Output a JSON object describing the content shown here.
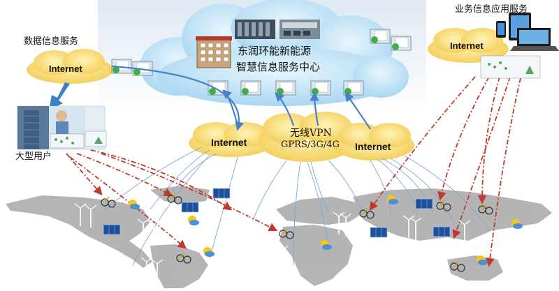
{
  "center": {
    "title_line1": "东润环能新能源",
    "title_line2": "智慧信息服务中心"
  },
  "labels": {
    "data_service": "数据信息服务",
    "business_service": "业务信息应用服务",
    "large_users": "大型用户"
  },
  "clouds": {
    "left_internet": "Internet",
    "right_internet": "Internet",
    "bottom_internet_left": "Internet",
    "bottom_internet_right": "Internet",
    "wireless_line1": "无线VPN",
    "wireless_line2": "GPRS/3G/4G"
  },
  "colors": {
    "cloud_yellow": "#f7dc6f",
    "data_cloud_blue": "#bfe3f7",
    "link_blue": "#4a80c8",
    "link_red": "#c0392b",
    "map_gray": "#a6a6a6"
  }
}
